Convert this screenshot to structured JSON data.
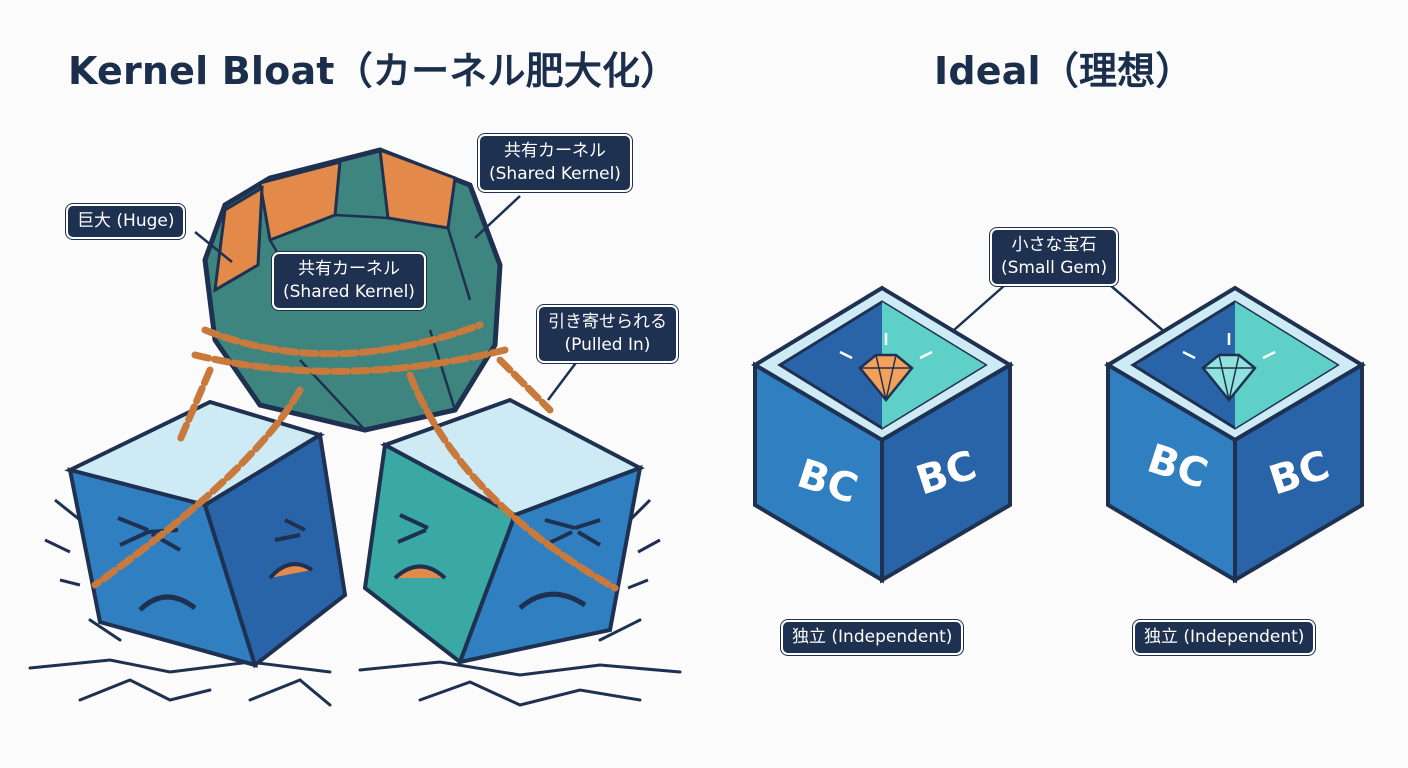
{
  "titles": {
    "left": "Kernel Bloat（カーネル肥大化）",
    "right": "Ideal（理想）"
  },
  "left_labels": {
    "huge": "巨大 (Huge)",
    "shared_kernel_outer": {
      "jp": "共有カーネル",
      "en": "(Shared Kernel)"
    },
    "shared_kernel_inner": {
      "jp": "共有カーネル",
      "en": "(Shared Kernel)"
    },
    "pulled_in": {
      "jp": "引き寄せられる",
      "en": "(Pulled In)"
    }
  },
  "right_labels": {
    "small_gem": {
      "jp": "小さな宝石",
      "en": "(Small Gem)"
    },
    "independent_left": "独立 (Independent)",
    "independent_right": "独立 (Independent)"
  },
  "cube_text": {
    "left_cube_front": "BC",
    "left_cube_side": "BC",
    "right_cube_front": "BC",
    "right_cube_side": "BC"
  },
  "colors": {
    "navy": "#1f3150",
    "cube_blue": "#2f7fc1",
    "cube_dark": "#2a64a8",
    "boulder": "#3e8580",
    "accent_orange": "#e38a4a",
    "gem_teal": "#5fd0c8"
  }
}
